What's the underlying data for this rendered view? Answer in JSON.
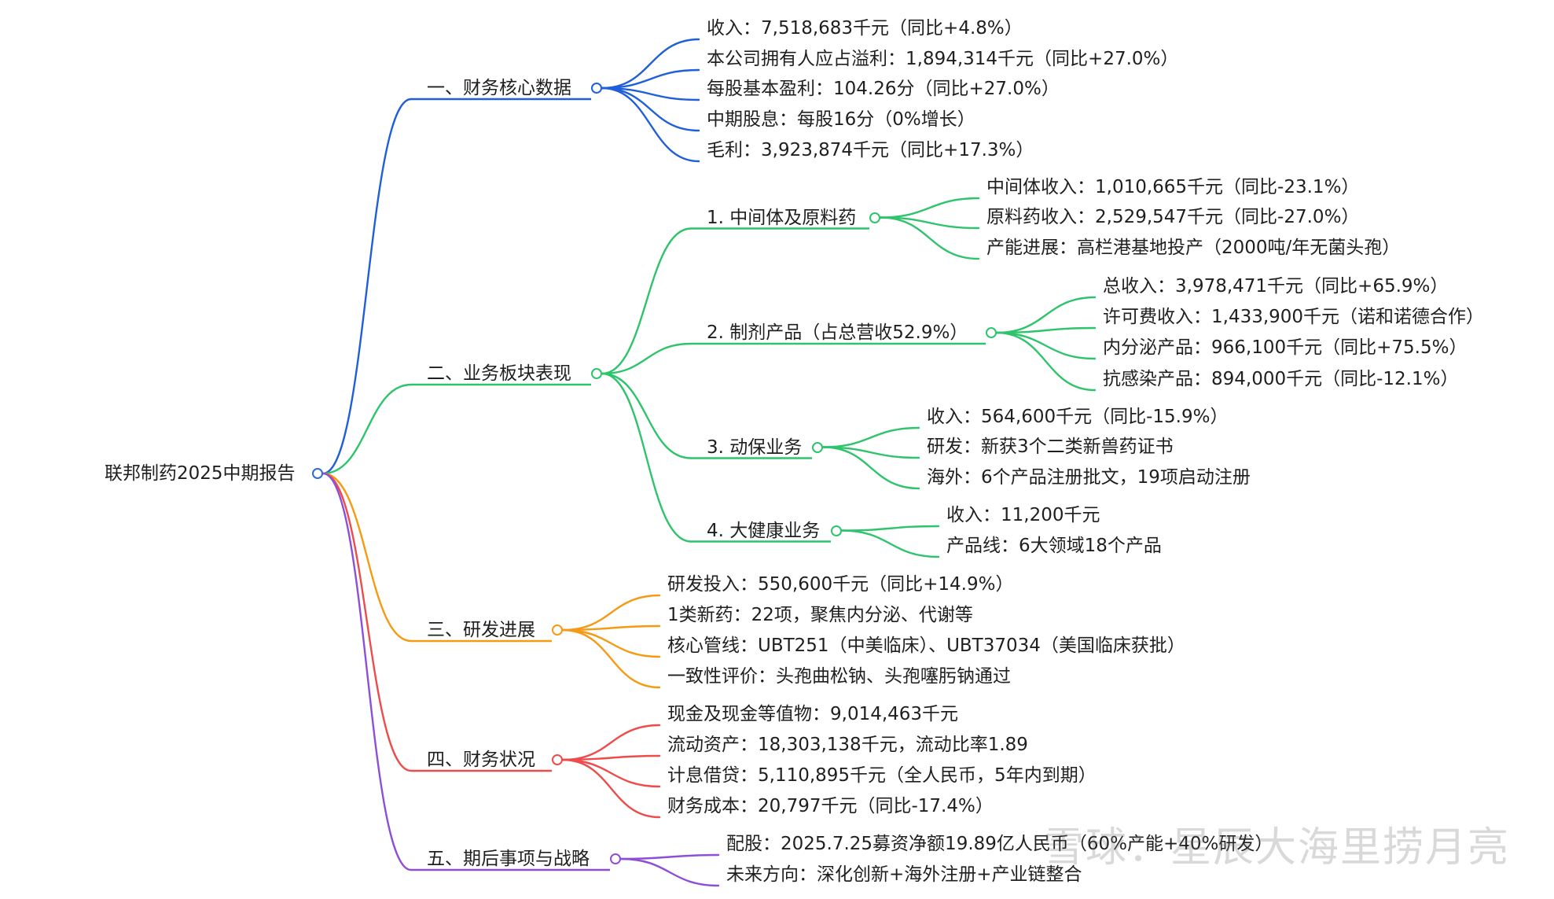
{
  "colors": {
    "root": "#2f6bd6",
    "branches": [
      "#1f5fd9",
      "#2ec46b",
      "#f59a12",
      "#ee4b4b",
      "#8d4fd6"
    ]
  },
  "mindmap": {
    "root": "联邦制药2025中期报告",
    "branches": [
      {
        "label": "一、财务核心数据",
        "children": [
          {
            "label": "收入：7,518,683千元（同比+4.8%）"
          },
          {
            "label": "本公司拥有人应占溢利：1,894,314千元（同比+27.0%）"
          },
          {
            "label": "每股基本盈利：104.26分（同比+27.0%）"
          },
          {
            "label": "中期股息：每股16分（0%增长）"
          },
          {
            "label": "毛利：3,923,874千元（同比+17.3%）"
          }
        ]
      },
      {
        "label": "二、业务板块表现",
        "children": [
          {
            "label": "1. 中间体及原料药",
            "children": [
              {
                "label": "中间体收入：1,010,665千元（同比-23.1%）"
              },
              {
                "label": "原料药收入：2,529,547千元（同比-27.0%）"
              },
              {
                "label": "产能进展：高栏港基地投产（2000吨/年无菌头孢）"
              }
            ]
          },
          {
            "label": "2. 制剂产品（占总营收52.9%）",
            "children": [
              {
                "label": "总收入：3,978,471千元（同比+65.9%）"
              },
              {
                "label": "许可费收入：1,433,900千元（诺和诺德合作）"
              },
              {
                "label": "内分泌产品：966,100千元（同比+75.5%）"
              },
              {
                "label": "抗感染产品：894,000千元（同比-12.1%）"
              }
            ]
          },
          {
            "label": "3. 动保业务",
            "children": [
              {
                "label": "收入：564,600千元（同比-15.9%）"
              },
              {
                "label": "研发：新获3个二类新兽药证书"
              },
              {
                "label": "海外：6个产品注册批文，19项启动注册"
              }
            ]
          },
          {
            "label": "4. 大健康业务",
            "children": [
              {
                "label": "收入：11,200千元"
              },
              {
                "label": "产品线：6大领域18个产品"
              }
            ]
          }
        ]
      },
      {
        "label": "三、研发进展",
        "children": [
          {
            "label": "研发投入：550,600千元（同比+14.9%）"
          },
          {
            "label": "1类新药：22项，聚焦内分泌、代谢等"
          },
          {
            "label": "核心管线：UBT251（中美临床）、UBT37034（美国临床获批）"
          },
          {
            "label": "一致性评价：头孢曲松钠、头孢噻肟钠通过"
          }
        ]
      },
      {
        "label": "四、财务状况",
        "children": [
          {
            "label": "现金及现金等值物：9,014,463千元"
          },
          {
            "label": "流动资产：18,303,138千元，流动比率1.89"
          },
          {
            "label": "计息借贷：5,110,895千元（全人民币，5年内到期）"
          },
          {
            "label": "财务成本：20,797千元（同比-17.4%）"
          }
        ]
      },
      {
        "label": "五、期后事项与战略",
        "children": [
          {
            "label": "配股：2025.7.25募资净额19.89亿人民币（60%产能+40%研发）"
          },
          {
            "label": "未来方向：深化创新+海外注册+产业链整合"
          }
        ]
      }
    ]
  },
  "watermark": "雪球：星辰大海里捞月亮"
}
